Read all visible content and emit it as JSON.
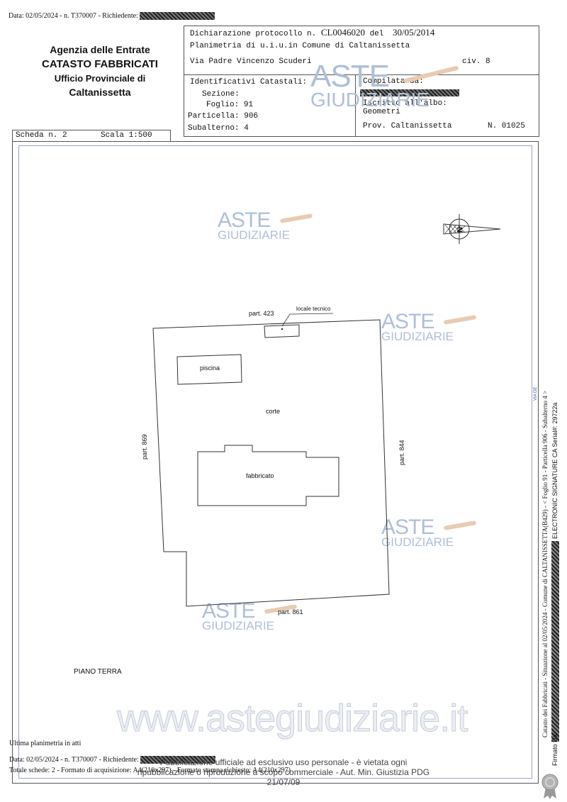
{
  "top_line": {
    "text": "Data: 02/05/2024 - n. T370007 - Richiedente:"
  },
  "office": {
    "agency": "Agenzia delle Entrate",
    "catasto": "CATASTO FABBRICATI",
    "ufficio": "Ufficio Provinciale di",
    "city": "Caltanissetta"
  },
  "header": {
    "declaration_prefix": "Dichiarazione protocollo n.",
    "protocol_no": "CL0046020",
    "del_label": "del",
    "date": "30/05/2014",
    "planimetria": "Planimetria di u.i.u.in Comune di Caltanissetta",
    "address": "Via Padre Vincenzo Scuderi",
    "civ": "civ. 8"
  },
  "identificativi": {
    "title": "Identificativi Catastali:",
    "sezione_label": "Sezione:",
    "foglio_label": "Foglio:",
    "foglio": "91",
    "particella_label": "Particella:",
    "particella": "906",
    "subalterno_label": "Subalterno:",
    "subalterno": "4"
  },
  "compilata": {
    "label": "Compilata da:",
    "iscritto": "Iscritto all'albo:",
    "albo": "Geometri",
    "prov": "Prov. Caltanissetta",
    "numero": "N. 01025"
  },
  "scheda": {
    "label": "Scheda n. 2",
    "scala": "Scala 1:500"
  },
  "plan": {
    "part_top": "part. 423",
    "locale": "locale tecnico",
    "piscina": "piscina",
    "corte": "corte",
    "part_left": "part. 869",
    "part_right": "part. 844",
    "fabbricato": "fabbricato",
    "part_bottom": "part. 861",
    "piano": "PIANO TERRA"
  },
  "footer": {
    "ultima": "Ultima planimetria in atti",
    "data_line": "Data: 02/05/2024 - n. T370007 - Richiedente:",
    "totale": "Totale schede: 2 - Formato di acquisizione: A4(210x297) - Formato stampa richiesto: A4(210x297)",
    "notice1": "Pubblicazione ufficiale ad esclusivo uso personale - è vietata ogni",
    "notice2": "ripubblicazione o riproduzione a scopo commerciale - Aut. Min. Giustizia PDG 21/07/09",
    "website": "www.astegiudiziarie.it"
  },
  "side": {
    "catasto_line": "Catasto dei Fabbricati - Situazione al 02/05/2024 - Comune di CALTANISSETTA(B429) - < Foglio 91 - Particella 906 - Subalterno 4 >",
    "signature": "ELECTRONIC SIGNATURE CA Serial#: 29722a",
    "firmato": "Firmato Da:",
    "small_code": "VIA DE"
  },
  "watermark": {
    "line1": "ASTE",
    "line2": "GIUDIZIARIE"
  },
  "colors": {
    "watermark": "#aebfd8",
    "gavel": "#e8cbb1",
    "lines": "#555555"
  }
}
